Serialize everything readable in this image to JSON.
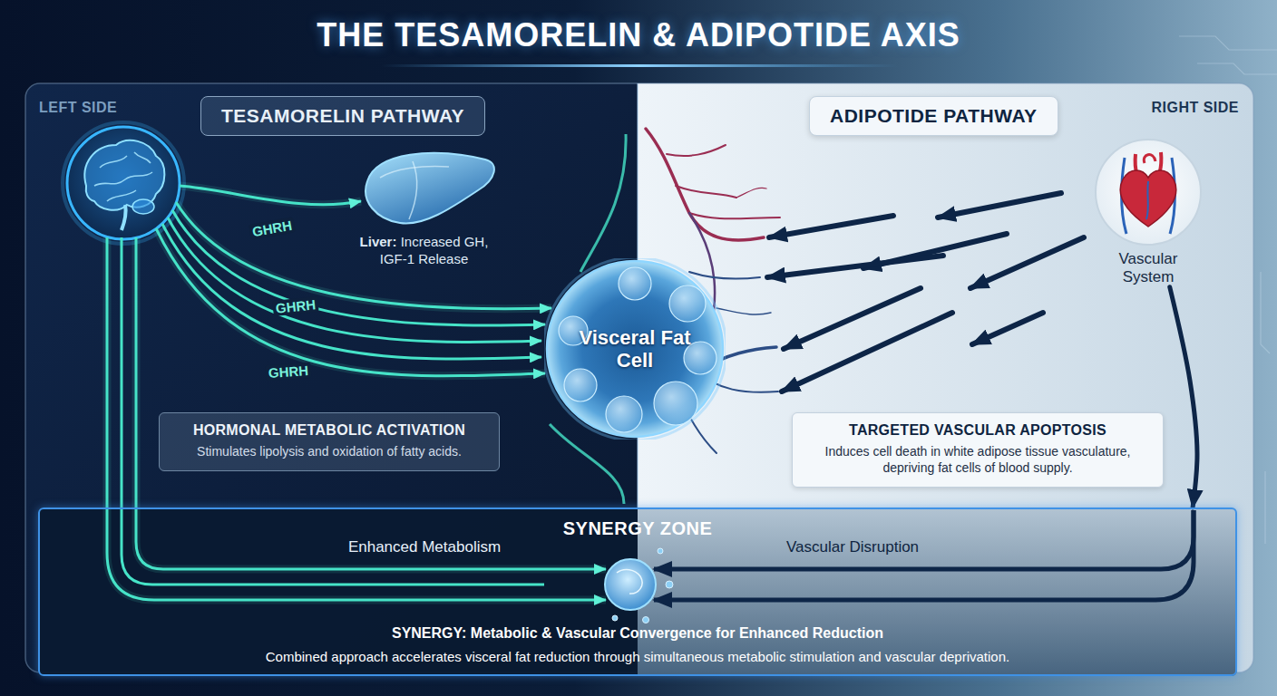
{
  "diagram": {
    "title": "THE TESAMORELIN & ADIPOTIDE AXIS",
    "nodes": [
      {
        "text": [
          "TESAMORELIN PATHWAY"
        ]
      },
      {
        "text": [
          "ADIPOTIDE PATHWAY"
        ]
      },
      {
        "text": [
          "Liver:",
          "Increased GH, IGF-1 Release"
        ]
      },
      {
        "text": [
          "Visceral Fat Cell"
        ]
      },
      {
        "text": [
          "Vascular System"
        ]
      },
      {
        "text": [
          "HORMONAL METABOLIC ACTIVATION",
          "Stimulates lipolysis and oxidation of fatty acids."
        ]
      },
      {
        "text": [
          "TARGETED VASCULAR APOPTOSIS",
          "Induces cell death in white adipose tissue vasculature, depriving fat cells of blood supply."
        ]
      },
      {
        "text": [
          "SYNERGY ZONE",
          "SYNERGY: Metabolic & Vascular Convergence for Enhanced Reduction",
          "Combined approach accelerates visceral fat reduction through simultaneous metabolic stimulation and vascular deprivation."
        ]
      }
    ],
    "edges": [
      {
        "from": 4,
        "to": 7,
        "arrow": "to"
      }
    ],
    "labels": [
      "LEFT SIDE",
      "RIGHT SIDE",
      "GHRH",
      "GHRH",
      "GHRH",
      "Enhanced Metabolism",
      "Vascular Disruption"
    ]
  }
}
